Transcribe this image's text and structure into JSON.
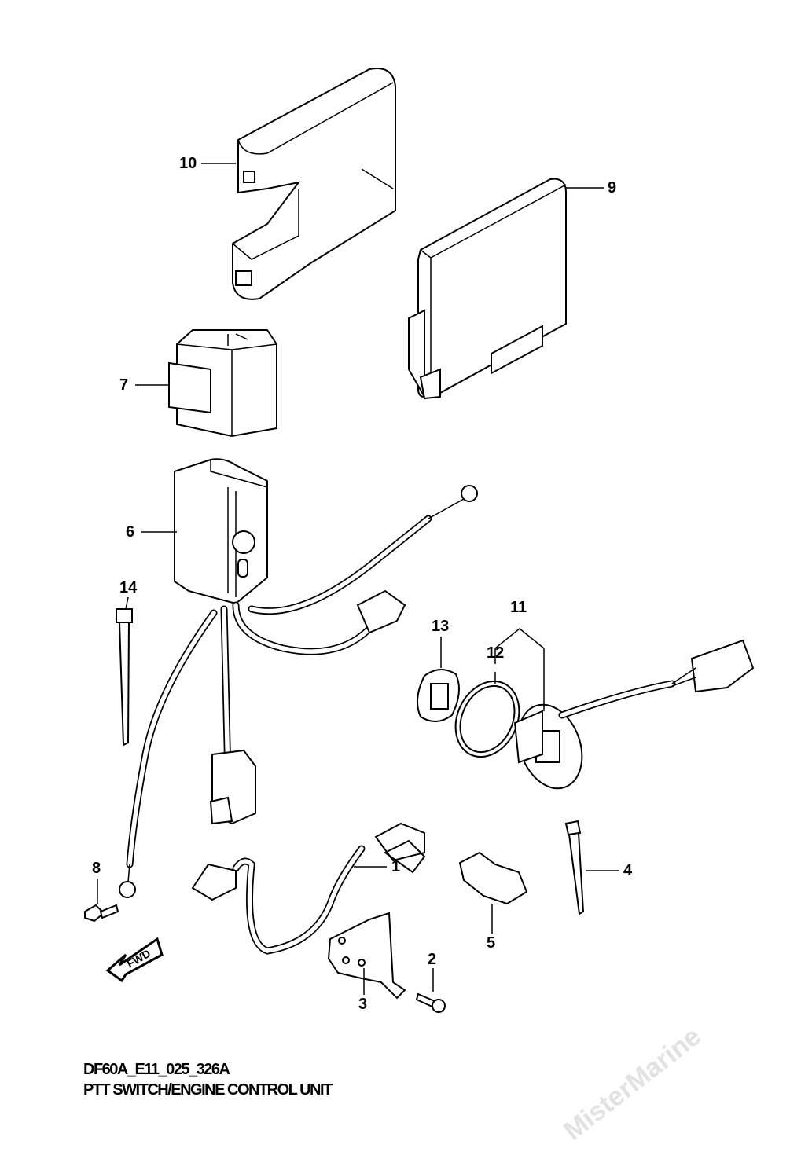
{
  "watermark": "MisterMarine",
  "diagram": {
    "code": "DF60A_E11_025_326A",
    "title": "PTT SWITCH/ENGINE CONTROL UNIT",
    "direction_label": "FWD",
    "callouts": [
      "1",
      "2",
      "3",
      "4",
      "5",
      "6",
      "7",
      "8",
      "9",
      "10",
      "11",
      "12",
      "13",
      "14"
    ]
  }
}
